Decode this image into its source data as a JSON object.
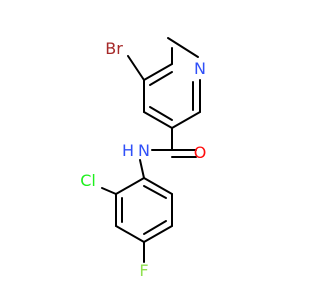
{
  "molecule": {
    "atoms": {
      "br": {
        "symbol": "Br",
        "color": "#a62929"
      },
      "n_pyridine": {
        "symbol": "N",
        "color": "#3050f8"
      },
      "n_amide": {
        "symbol": "N",
        "color": "#3050f8"
      },
      "h_amide": {
        "symbol": "H",
        "color": "#3050f8"
      },
      "o": {
        "symbol": "O",
        "color": "#ff0d0d"
      },
      "cl": {
        "symbol": "Cl",
        "color": "#1ff01f"
      },
      "f": {
        "symbol": "F",
        "color": "#90e050"
      }
    }
  }
}
